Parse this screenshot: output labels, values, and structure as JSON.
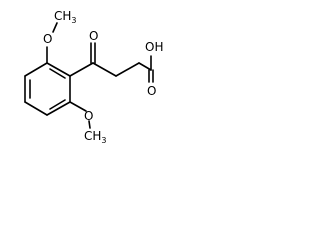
{
  "molecule": {
    "labels": {
      "methoxy_top": "O",
      "methyl_top": "CH",
      "methyl_top_sub": "3",
      "carbonyl_oxygen": "O",
      "hydroxyl": "OH",
      "acid_carbonyl_oxygen": "O",
      "methoxy_bottom": "O",
      "methyl_bottom": "CH",
      "methyl_bottom_sub": "3"
    }
  }
}
